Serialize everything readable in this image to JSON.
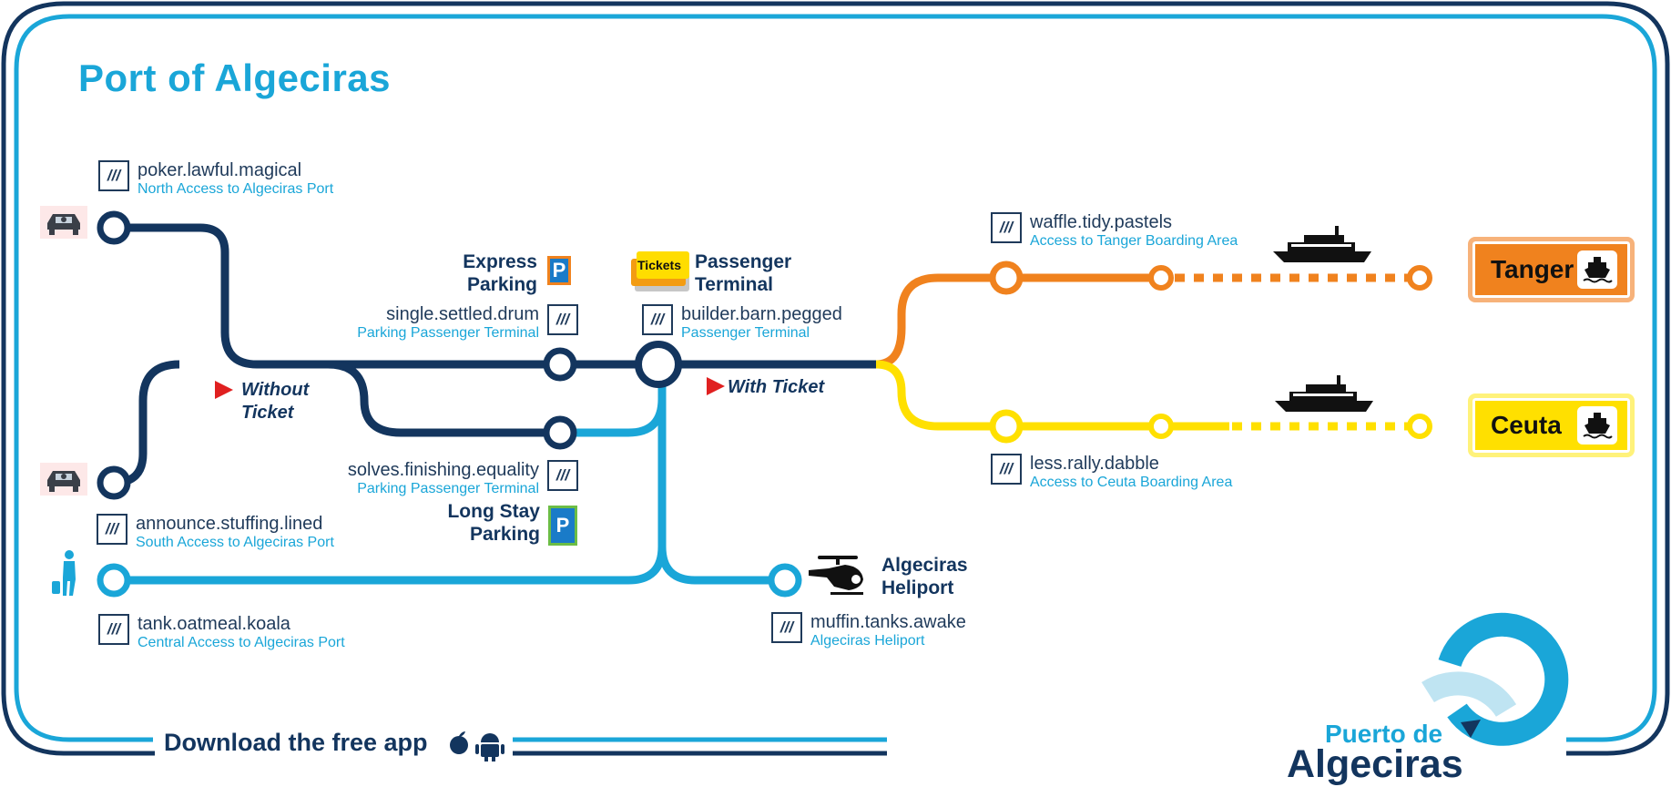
{
  "title": "Port of Algeciras",
  "colors": {
    "navy": "#13355e",
    "light_blue": "#1aa6d8",
    "orange": "#f0821e",
    "yellow": "#ffe000",
    "red_flag": "#e02020"
  },
  "locations": {
    "north_access": {
      "words": "poker.lawful.magical",
      "desc": "North Access to Algeciras Port"
    },
    "express_parking": {
      "name": "Express\nParking",
      "words": "single.settled.drum",
      "desc": "Parking Passenger Terminal"
    },
    "passenger_terminal": {
      "name": "Passenger\nTerminal",
      "words": "builder.barn.pegged",
      "desc": "Passenger Terminal",
      "tickets_label": "Tickets"
    },
    "long_stay_parking": {
      "name": "Long Stay\nParking",
      "words": "solves.finishing.equality",
      "desc": "Parking Passenger Terminal"
    },
    "south_access": {
      "words": "announce.stuffing.lined",
      "desc": "South Access to Algeciras Port"
    },
    "central_access": {
      "words": "tank.oatmeal.koala",
      "desc": "Central Access to Algeciras Port"
    },
    "heliport": {
      "name": "Algeciras\nHeliport",
      "words": "muffin.tanks.awake",
      "desc": "Algeciras Heliport"
    },
    "tanger_boarding": {
      "words": "waffle.tidy.pastels",
      "desc": "Access to Tanger Boarding Area"
    },
    "ceuta_boarding": {
      "words": "less.rally.dabble",
      "desc": "Access to Ceuta Boarding Area"
    }
  },
  "w3_icon_text": "///",
  "parking_symbol": "P",
  "ticket_labels": {
    "without": "Without\nTicket",
    "with": "With Ticket"
  },
  "destinations": {
    "tanger": "Tanger",
    "ceuta": "Ceuta"
  },
  "footer": {
    "download": "Download the free app"
  },
  "logo": {
    "line1": "Puerto de",
    "line2": "Algeciras"
  },
  "icons": [
    "car-icon",
    "traveler-icon",
    "parking-icon",
    "tickets-icon",
    "helicopter-icon",
    "ferry-icon",
    "ship-icon",
    "apple-icon",
    "android-icon",
    "flag-icon"
  ]
}
